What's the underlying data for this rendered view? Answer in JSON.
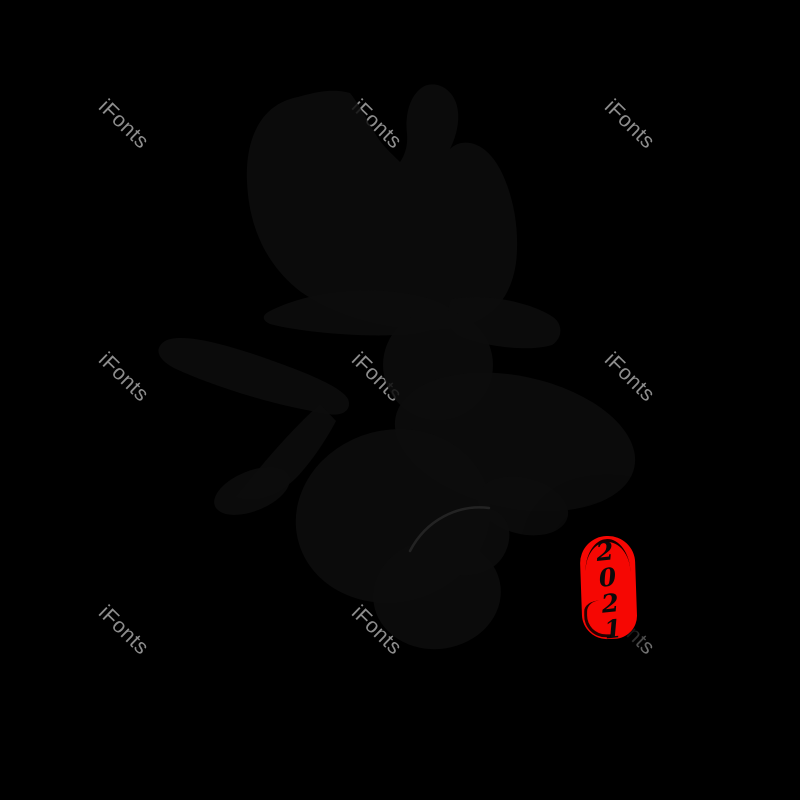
{
  "artwork": {
    "type": "chinese-brush-calligraphy",
    "description": "Large black brush-calligraphy character on black background with red year seal",
    "seal": {
      "text": "2021"
    }
  },
  "watermark": {
    "text": "iFonts"
  },
  "colors": {
    "background": "#000000",
    "watermark": "#8d8d8d",
    "ink": "#0d0d0d",
    "ink_edge": "#262626",
    "seal_red": "#f60703",
    "seal_text": "#0a0a0a"
  }
}
